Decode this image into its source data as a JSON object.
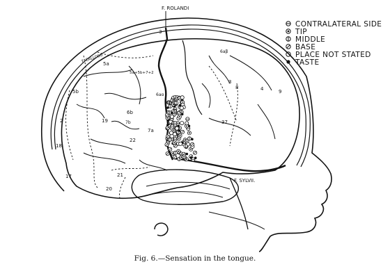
{
  "figure": {
    "caption": "Fig. 6.—Sensation in the tongue.",
    "fissure_rolandi": "F. ROLANDI",
    "fissure_sylvii": "F. SYLVII.",
    "sulcus_top_left": "F. CALLOSO"
  },
  "legend": {
    "items": [
      {
        "symbol": "contralateral",
        "label": "CONTRALATERAL SIDE"
      },
      {
        "symbol": "tip",
        "label": "TIP"
      },
      {
        "symbol": "middle",
        "label": "MIDDLE"
      },
      {
        "symbol": "base",
        "label": "BASE"
      },
      {
        "symbol": "not-stated",
        "label": "PLACE NOT STATED"
      },
      {
        "symbol": "taste",
        "label": "TASTE"
      }
    ]
  },
  "area_labels": {
    "a1": "3",
    "a2": "5a",
    "a3": "5b",
    "a4": "5a+5b+7+2",
    "a5": "6aα",
    "a6": "6aβ",
    "a7": "4",
    "a8": "6b",
    "a9": "7a",
    "a10": "7b",
    "a11": "22",
    "a12": "19",
    "a13": "18",
    "a14": "17",
    "a15": "21",
    "a16": "20",
    "a17": "37",
    "a18": "8",
    "a19": "9",
    "a20": "3",
    "a21": "2"
  }
}
